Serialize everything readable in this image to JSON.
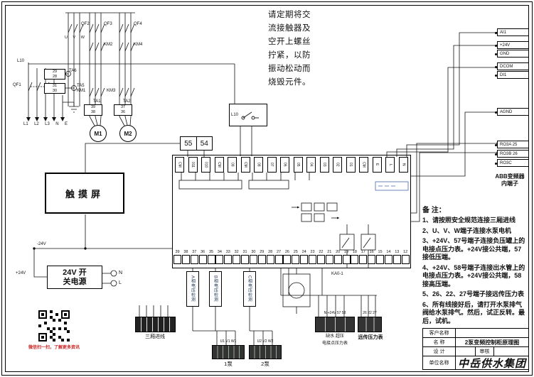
{
  "warning_note": "请定期将交流接触器及空开上螺丝拧紧，以防振动松动而烧毁元件。",
  "left_circuit": {
    "breakers": {
      "qf1": "QF1",
      "qf2": "QF2",
      "qf3": "QF3",
      "qf4": "QF4"
    },
    "contactors": {
      "km1": "KM1",
      "km2": "KM2",
      "km3": "KM3",
      "km4": "KM4"
    },
    "cts": {
      "ta6": "TA6",
      "ta5": "TA5",
      "ta1": "TA1",
      "ta2": "TA2"
    },
    "ct_wires": {
      "ta6": [
        "29",
        "28"
      ],
      "ta5": [
        "31",
        "30"
      ],
      "ta1": [
        "39",
        "38"
      ],
      "ta2": [
        "37",
        "36"
      ]
    },
    "phase_labels": [
      "U",
      "V",
      "W"
    ],
    "incoming_terminals": [
      "L1",
      "L2",
      "L3",
      "N",
      "E"
    ],
    "wire_l10": "L10",
    "motors": [
      "M1",
      "M2"
    ]
  },
  "touchscreen": {
    "label": "触摸屏"
  },
  "power_supply": {
    "line1": "24V 开",
    "line2": "关电源",
    "n": "N",
    "l": "L",
    "neg": "-24V",
    "pos": "+24V"
  },
  "qr": {
    "caption": "微信扫一扫，了解更多资讯"
  },
  "controller": {
    "comm_terminals": [
      "55",
      "54"
    ],
    "float_label": "L10",
    "top_terminals": [
      "CM",
      "011",
      "010",
      "CM",
      "09",
      "CM",
      "08",
      "07",
      "06",
      "05",
      "04",
      "03",
      "02",
      "01",
      "CM",
      "E",
      "L",
      "N"
    ],
    "bottom_terminals": [
      "39",
      "38",
      "37",
      "36",
      "35",
      "34",
      "33",
      "32",
      "31",
      "30",
      "29",
      "28",
      "27",
      "26",
      "25",
      "24",
      "23",
      "22",
      "21",
      "20",
      "19",
      "18",
      "17",
      "16",
      "15",
      "14",
      "13",
      "12"
    ],
    "modules": [
      "A相电压检测",
      "B相电压检测",
      "C相电压检测"
    ],
    "relay": "KA0-1"
  },
  "abb": {
    "io_terminals": [
      "AI1",
      "+24V",
      "GND",
      "DCOM",
      "DI1",
      "AGND"
    ],
    "relay_terminals": [
      "RO3A 25",
      "RO3B 26",
      "RO3C"
    ],
    "caption1": "ABB变频器",
    "caption2": "内端子"
  },
  "strips": {
    "three_phase_label": "三厢进线",
    "pump1_top": "U1 V1 W1",
    "pump2_top": "U2 V2 W2",
    "pump1_label": "1泵",
    "pump2_label": "2泵",
    "pressure_top_left": "N +24V 57 58",
    "pressure_top_right": "26 22 27",
    "pressure_mid_left": "缺水  超压",
    "pressure_label_left": "电接点压力表",
    "pressure_label_right": "远传压力表"
  },
  "notes": {
    "title": "备 注：",
    "items": [
      "1、请按照安全规范连接三厢进线",
      "2、U、V、W端子连接水泵电机",
      "3、+24V、57号端子连接负压罐上的电接点压力表。+24V接公共端，57接低压端。",
      "4、+24V、58号端子连接出水管上的电接点压力表。+24V接公共端，58接高压端。",
      "5、26、22、27号端子接远传压力表",
      "6、所有线接好后，请打开水泵排气阀给水泵排气。然后，试正反转。最后，试机。"
    ]
  },
  "title_block": {
    "customer_label": "客户名称",
    "customer_value": "",
    "name_label": "名  称",
    "name_value": "2泵变频控制柜原理图",
    "design_label": "设  计",
    "design_value": "",
    "review_label": "审核",
    "review_value": "",
    "company_label": "单位名称",
    "company_value": "中岳供水集团"
  }
}
